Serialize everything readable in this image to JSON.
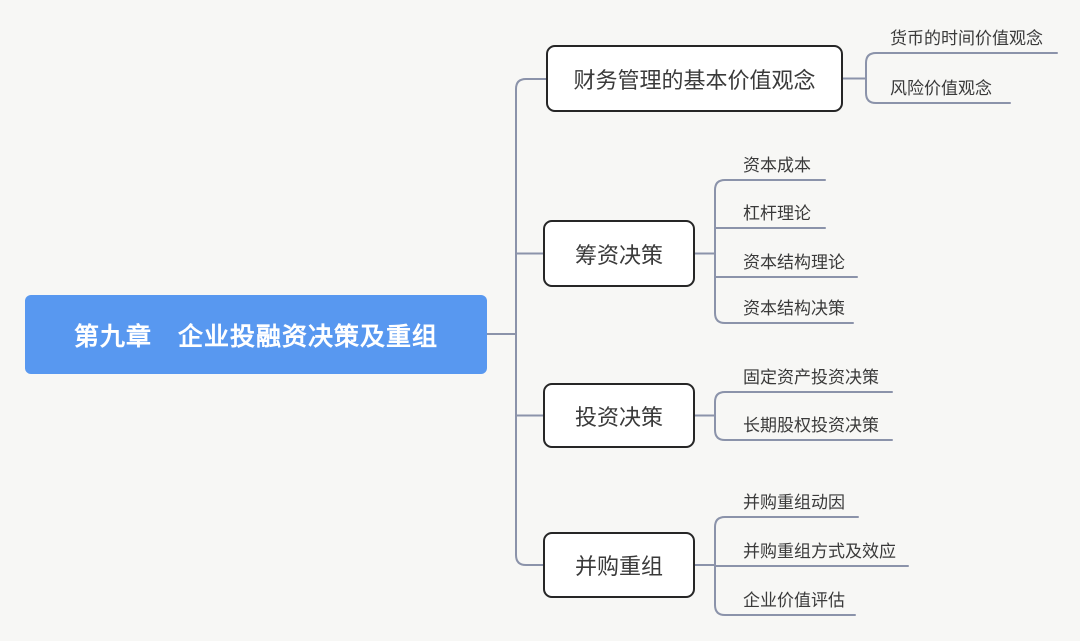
{
  "diagram": {
    "type": "mindmap",
    "colors": {
      "background": "#f7f7f5",
      "root_fill": "#5898f0",
      "root_text": "#ffffff",
      "connector": "#8b93aa",
      "branch_border": "#262626",
      "branch_fill": "#ffffff",
      "node_text": "#3a3a3a"
    },
    "root": {
      "label": "第九章　企业投融资决策及重组"
    },
    "branches": [
      {
        "label": "财务管理的基本价值观念",
        "children": [
          "货币的时间价值观念",
          "风险价值观念"
        ]
      },
      {
        "label": "筹资决策",
        "children": [
          "资本成本",
          "杠杆理论",
          "资本结构理论",
          "资本结构决策"
        ]
      },
      {
        "label": "投资决策",
        "children": [
          "固定资产投资决策",
          "长期股权投资决策"
        ]
      },
      {
        "label": "并购重组",
        "children": [
          "并购重组动因",
          "并购重组方式及效应",
          "企业价值评估"
        ]
      }
    ]
  }
}
